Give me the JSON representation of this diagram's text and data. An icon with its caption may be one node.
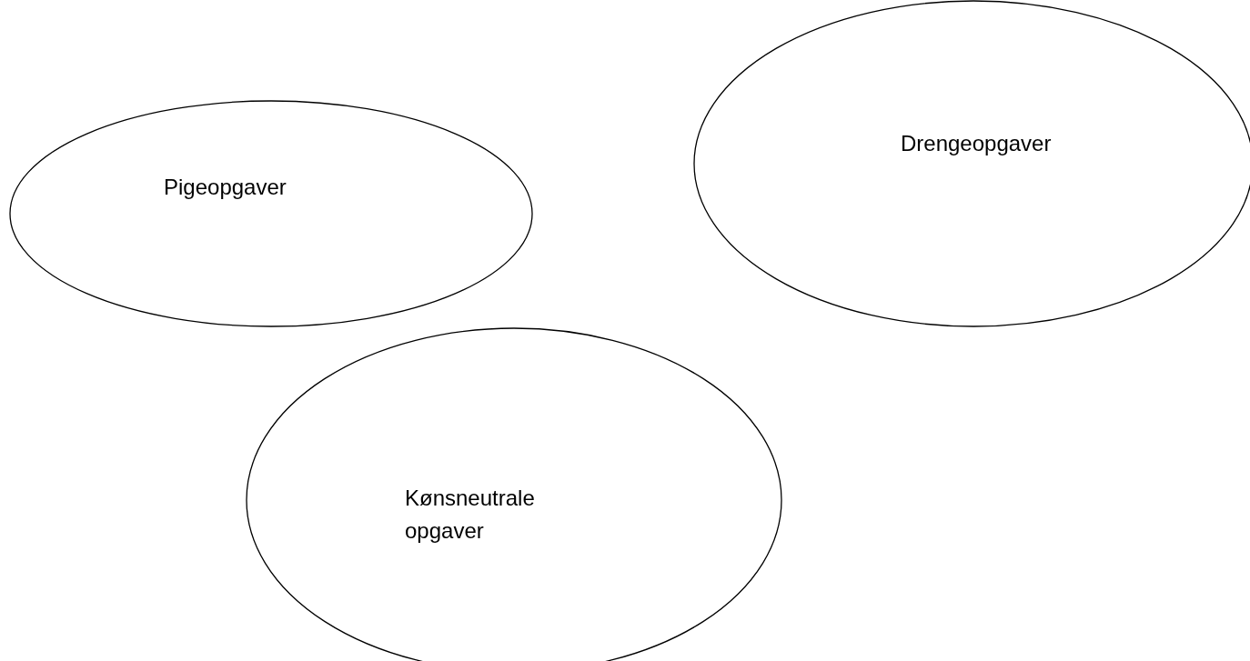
{
  "diagram": {
    "nodes": [
      {
        "text": [
          "Pigeopgaver"
        ]
      },
      {
        "text": [
          "Drengeopgaver"
        ]
      },
      {
        "text": [
          "Kønsneutrale opgaver"
        ]
      }
    ]
  }
}
